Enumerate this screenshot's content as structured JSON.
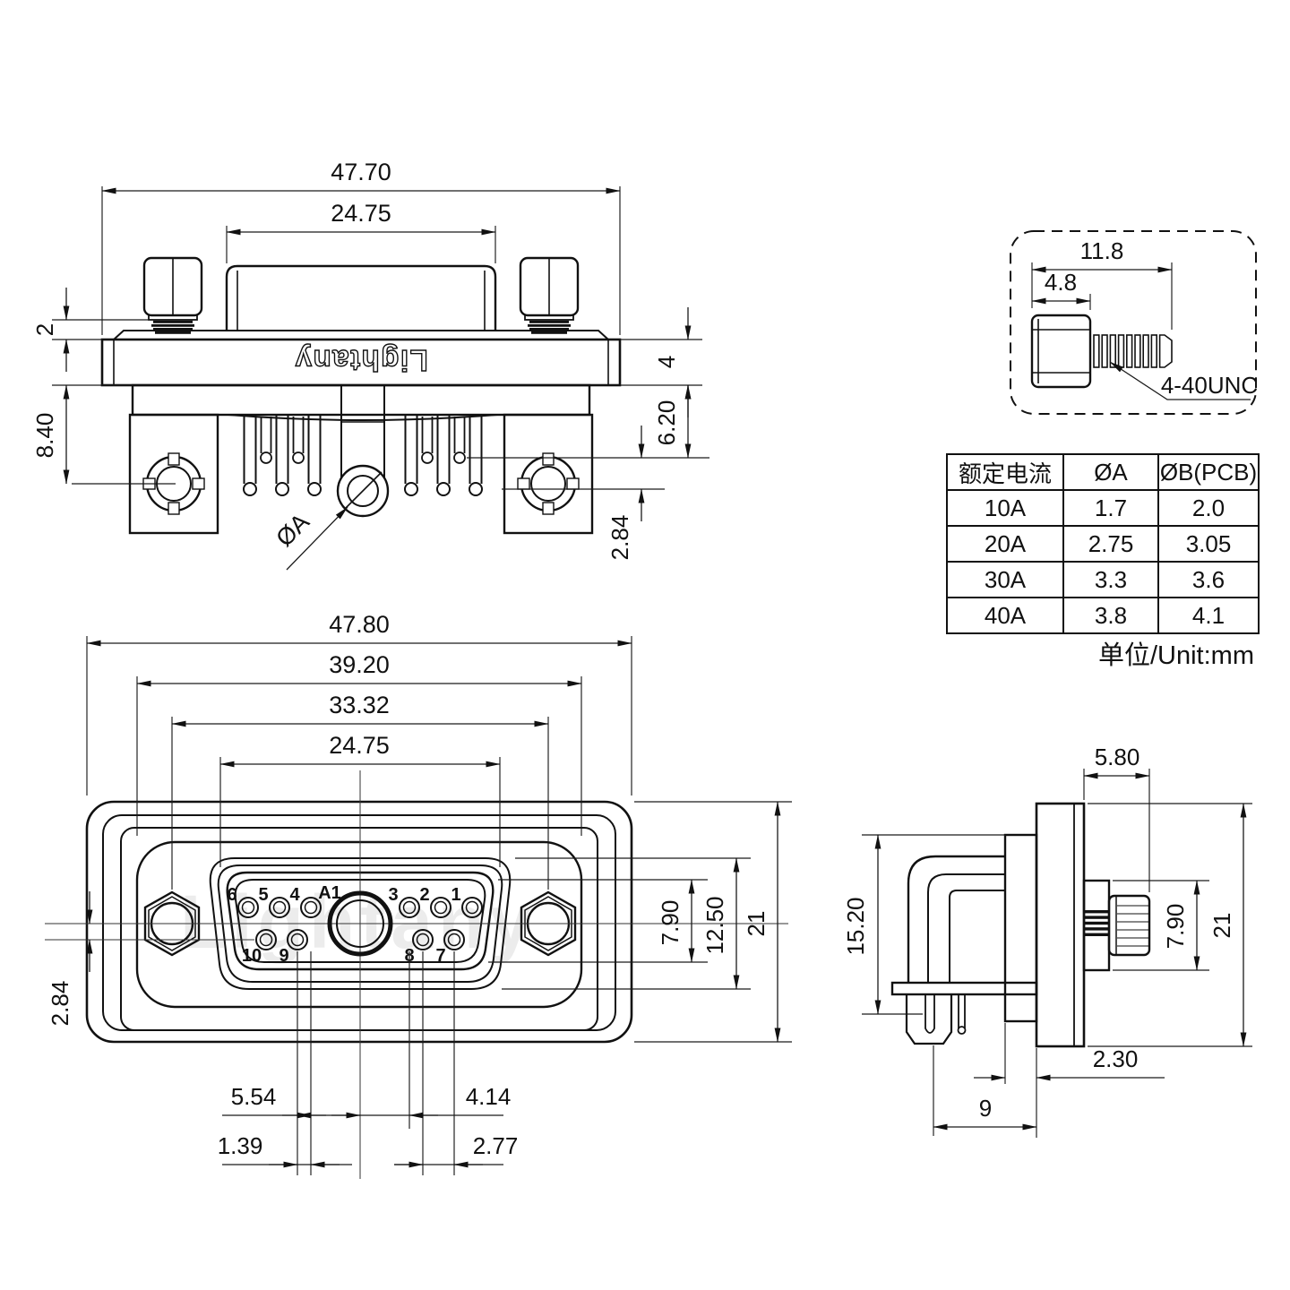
{
  "brand": {
    "logo": "Lightany",
    "watermark": "Lightany"
  },
  "top_view": {
    "dims": {
      "overall_width": "47.70",
      "insulator_width": "24.75",
      "washer_gap": "2",
      "flange_thickness": "4",
      "body_height": "8.40",
      "pin_shoulder": "6.20",
      "pin_tail": "2.84"
    },
    "hole_label": "ØA"
  },
  "screw_detail": {
    "dims": {
      "overall_length": "11.8",
      "head_length": "4.8"
    },
    "thread_spec": "4-40UNC"
  },
  "spec_table": {
    "headers": [
      "额定电流",
      "ØA",
      "ØB(PCB)"
    ],
    "rows": [
      [
        "10A",
        "1.7",
        "2.0"
      ],
      [
        "20A",
        "2.75",
        "3.05"
      ],
      [
        "30A",
        "3.3",
        "3.6"
      ],
      [
        "40A",
        "3.8",
        "4.1"
      ]
    ],
    "unit_note": "单位/Unit:mm"
  },
  "front_view": {
    "dims": {
      "overall_width": "47.80",
      "shell_width": "39.20",
      "mount_pitch": "33.32",
      "opening_width": "24.75",
      "opening_height": "7.90",
      "boss_height": "12.50",
      "overall_height": "21",
      "row_offset": "2.84",
      "left_span": "5.54",
      "left_offset": "1.39",
      "right_span": "4.14",
      "pin_pitch": "2.77"
    },
    "pins_top": [
      "6",
      "5",
      "4",
      "A1",
      "3",
      "2",
      "1"
    ],
    "pins_bottom": [
      "10",
      "9",
      "8",
      "7"
    ]
  },
  "side_view": {
    "dims": {
      "rear_depth": "5.80",
      "front_height": "15.20",
      "screw_boss": "7.90",
      "overall_height": "21",
      "board_gap": "2.30",
      "pin_depth": "9"
    }
  }
}
